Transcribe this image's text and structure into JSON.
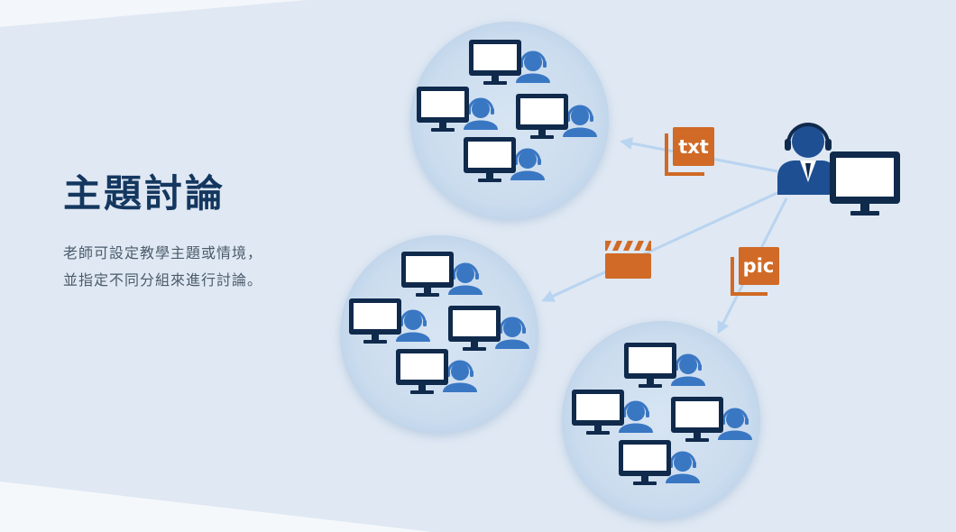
{
  "heading": "主題討論",
  "description": {
    "line1": "老師可設定教學主題或情境，",
    "line2": "並指定不同分組來進行討論。"
  },
  "icons": {
    "teacher": "teacher-with-headset-icon",
    "monitor": "monitor-icon",
    "student": "student-with-headset-icon",
    "text_file": "txt-file-icon",
    "video": "clapperboard-icon",
    "image_file": "pic-file-icon",
    "arrow": "arrow-icon"
  },
  "files": {
    "text_label": "txt",
    "image_label": "pic"
  },
  "colors": {
    "heading": "#14375f",
    "monitor_frame": "#102a4c",
    "student": "#3a77c3",
    "file_icon": "#d06a26",
    "arrow": "#b9d4f0",
    "group_circle": "#cfdff0"
  }
}
